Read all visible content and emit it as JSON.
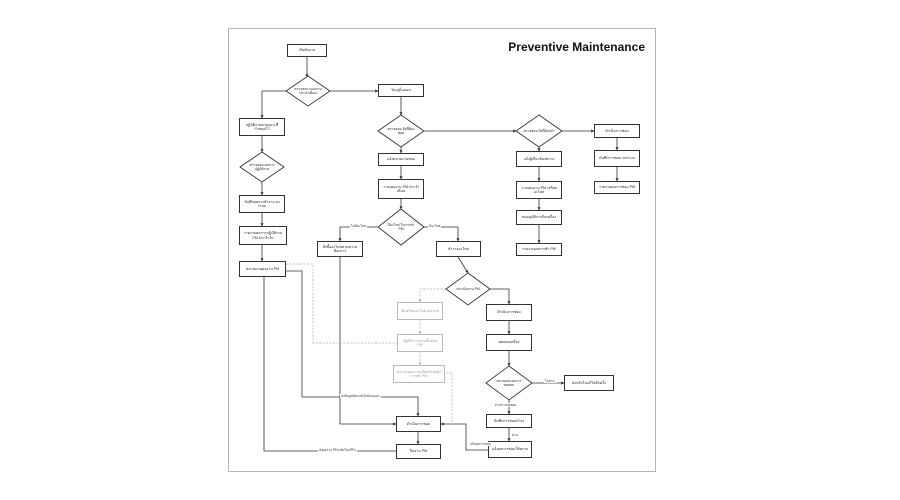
{
  "diagram": {
    "title": "Preventive Maintenance",
    "nodes": [
      {
        "id": "start",
        "text": "เริ่มต้นงาน"
      },
      {
        "id": "d1",
        "text": "ตรวจสอบ แผนงานประจำเดือน"
      },
      {
        "id": "n_right_top",
        "text": "ไม่อยู่ในแผน"
      },
      {
        "id": "n_left1",
        "text": "ปฏิบัติงานตามแผน ที่กำหนดไว้"
      },
      {
        "id": "d_left",
        "text": "ตรวจสอบ ผลการปฏิบัติงาน"
      },
      {
        "id": "n_left2",
        "text": "บันทึกผลการทำงาน ลงระบบ"
      },
      {
        "id": "n_left3",
        "text": "รายงานผลการปฏิบัติงาน PM ประจำวัน"
      },
      {
        "id": "n_left4",
        "text": "ส่งรายงานผลงาน PM"
      },
      {
        "id": "d_mid",
        "text": "ตรวจสอบ สิ่งที่ต้องซ่อม"
      },
      {
        "id": "n_mid1",
        "text": "แจ้งหน่วยงานซ่อม"
      },
      {
        "id": "n_mid2",
        "text": "วางแผนงาน PM ประจำเดือน"
      },
      {
        "id": "d_mid2",
        "text": "มีอะไหล่ ในการทำ PM"
      },
      {
        "id": "n_mid_l",
        "text": "สั่งซื้ออะไหล่ตามความต้องการ"
      },
      {
        "id": "n_mid_r",
        "text": "สำรวจอะไหล่"
      },
      {
        "id": "d_far",
        "text": "ตรวจสอบ สิ่งที่ต้องทำ"
      },
      {
        "id": "n_far1",
        "text": "แจ้งผู้เกี่ยวข้องทราบ"
      },
      {
        "id": "n_far2",
        "text": "วางแผนงาน PM เตรียมอะไหล่"
      },
      {
        "id": "n_far3",
        "text": "ขออนุมัติการปิดเครื่อง"
      },
      {
        "id": "n_far4",
        "text": "รายงานผลการทำ PM"
      },
      {
        "id": "n_far_r1",
        "text": "ดำเนินการซ่อม"
      },
      {
        "id": "n_far_r2",
        "text": "บันทึกการซ่อม ลงระบบ"
      },
      {
        "id": "n_far_r3",
        "text": "รายงานผลการซ่อม PM"
      },
      {
        "id": "d_pm",
        "text": "ประเมินงาน PM"
      },
      {
        "id": "n_dim1",
        "text": "จัดเตรียมอะไหล่ อุปกรณ์"
      },
      {
        "id": "n_dim2",
        "text": "ปฏิบัติงาน ตามขั้นตอน PM"
      },
      {
        "id": "n_dim3",
        "text": "ตรวจสอบความเรียบร้อยหลังการทำ PM"
      },
      {
        "id": "n_r1",
        "text": "ดำเนินการซ่อม"
      },
      {
        "id": "n_r2",
        "text": "ทดสอบเครื่อง"
      },
      {
        "id": "d_r3",
        "text": "ตรวจสอบ ผลการทดสอบ"
      },
      {
        "id": "n_r_side",
        "text": "ส่งกลับไปแก้ไขอีกครั้ง"
      },
      {
        "id": "n_r4",
        "text": "บันทึกการซ่อมบำรุง"
      },
      {
        "id": "n_r5",
        "text": "แจ้งผลการซ่อมให้ทราบ"
      },
      {
        "id": "n_bot1",
        "text": "ดำเนินการซ่อม"
      },
      {
        "id": "n_bot2",
        "text": "ปิดงาน PM"
      }
    ],
    "edge_labels": [
      {
        "id": "e_no",
        "text": "ไม่ผ่าน"
      },
      {
        "id": "e_pass",
        "text": "ผ่าน"
      },
      {
        "id": "e_l",
        "text": "ไม่มีอะไหล่"
      },
      {
        "id": "e_r",
        "text": "มีอะไหล่"
      },
      {
        "id": "e_ok",
        "text": "ผ่านการทดสอบ"
      },
      {
        "id": "e_rep",
        "text": "แจ้งผลการซ่อม"
      },
      {
        "id": "e_back",
        "text": "ส่งข้อมูลย้อนกลับไปยังแผนก"
      },
      {
        "id": "e_bottom",
        "text": "ส่งผลงาน PM กลับไปแก้ไข"
      }
    ]
  }
}
